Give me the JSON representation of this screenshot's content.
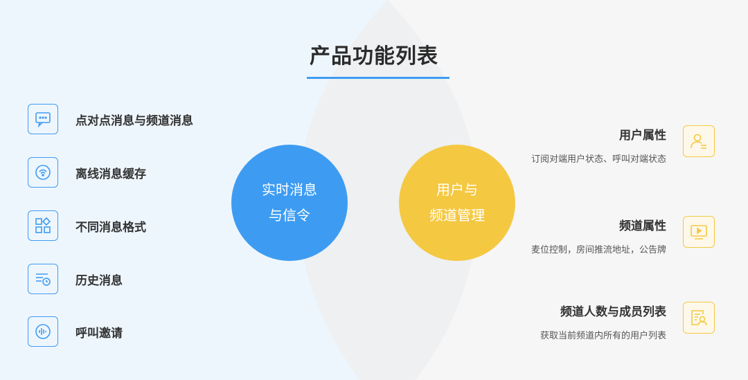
{
  "title": "产品功能列表",
  "colors": {
    "blue": "#3d9cf2",
    "yellow": "#f5c842"
  },
  "left_features": [
    {
      "label": "点对点消息与频道消息",
      "icon": "chat-bubble-icon"
    },
    {
      "label": "离线消息缓存",
      "icon": "wifi-signal-icon"
    },
    {
      "label": "不同消息格式",
      "icon": "shapes-grid-icon"
    },
    {
      "label": "历史消息",
      "icon": "history-clock-icon"
    },
    {
      "label": "呼叫邀请",
      "icon": "voice-wave-icon"
    }
  ],
  "center": {
    "blue_circle": {
      "line1": "实时消息",
      "line2": "与信令"
    },
    "yellow_circle": {
      "line1": "用户与",
      "line2": "频道管理"
    }
  },
  "right_features": [
    {
      "title": "用户属性",
      "desc": "订阅对端用户状态、呼叫对端状态",
      "icon": "user-profile-icon"
    },
    {
      "title": "频道属性",
      "desc": "麦位控制，房间推流地址，公告牌",
      "icon": "video-play-icon"
    },
    {
      "title": "频道人数与成员列表",
      "desc": "获取当前频道内所有的用户列表",
      "icon": "member-list-icon"
    }
  ]
}
